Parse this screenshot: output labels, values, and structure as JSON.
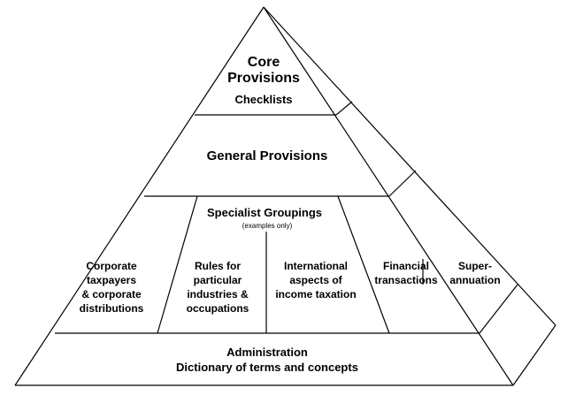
{
  "tiers": {
    "core": {
      "title_line1": "Core",
      "title_line2": "Provisions",
      "subtitle": "Checklists"
    },
    "general": {
      "title": "General Provisions"
    },
    "specialist": {
      "title": "Specialist Groupings",
      "note": "(examples only)",
      "segments": [
        {
          "lines": [
            "Corporate",
            "taxpayers",
            "& corporate",
            "distributions"
          ]
        },
        {
          "lines": [
            "Rules for",
            "particular",
            "industries &",
            "occupations"
          ]
        },
        {
          "lines": [
            "International",
            "aspects of",
            "income taxation"
          ]
        },
        {
          "lines": [
            "Financial",
            "transactions"
          ]
        },
        {
          "lines": [
            "Super-",
            "annuation"
          ]
        }
      ]
    },
    "base": {
      "line1": "Administration",
      "line2": "Dictionary of terms and concepts"
    }
  }
}
